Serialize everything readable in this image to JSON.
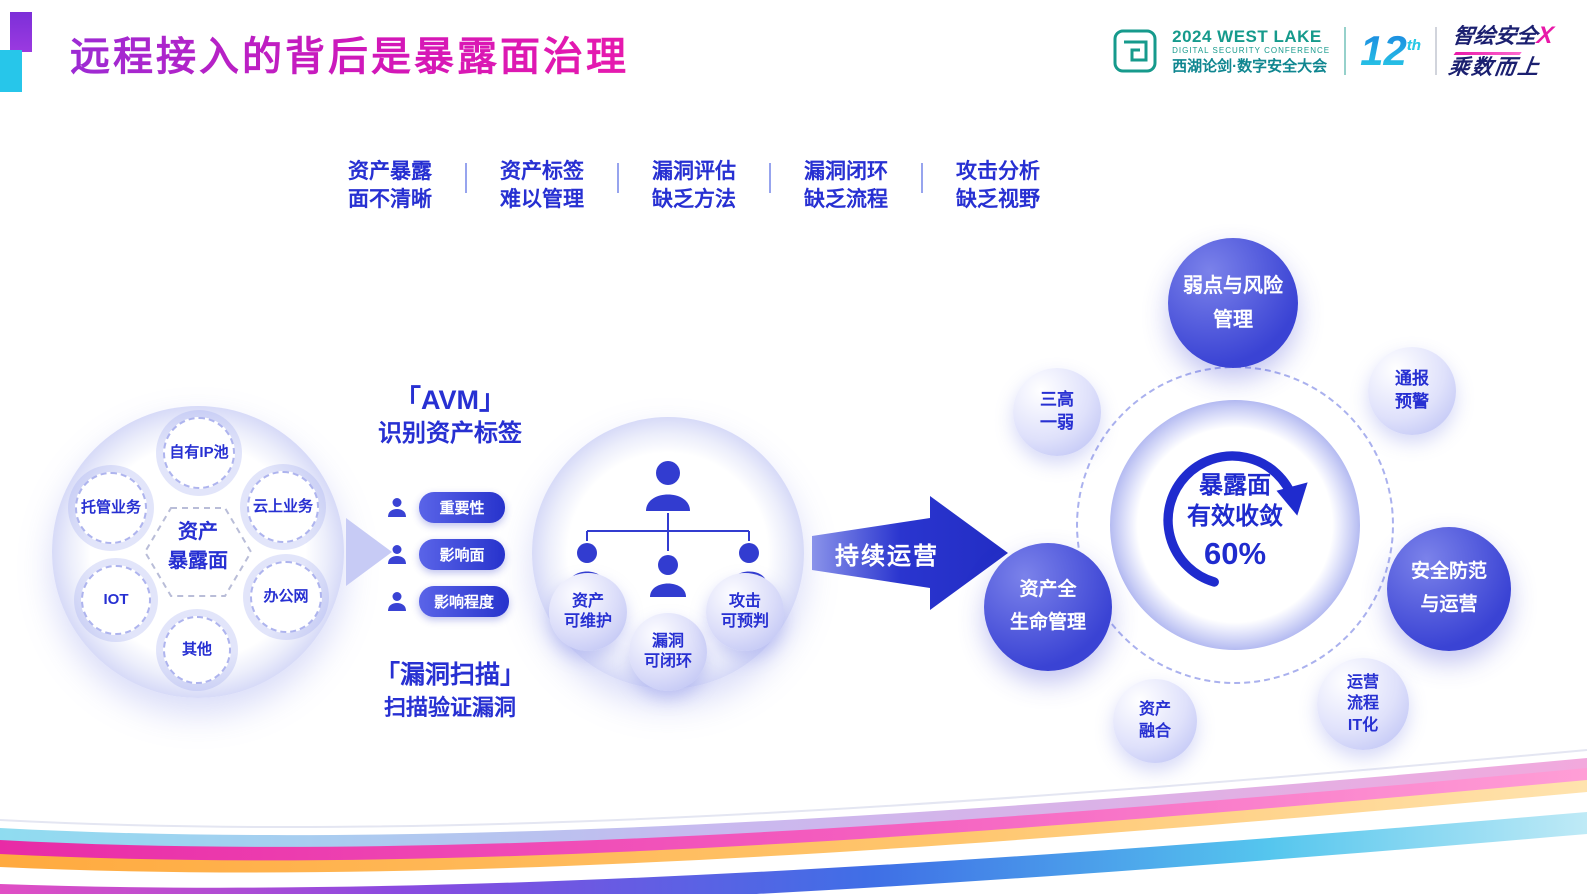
{
  "slide": {
    "title": "远程接入的背后是暴露面治理"
  },
  "logos": {
    "west_lake": {
      "year_name": "2024 WEST LAKE",
      "subtitle": "DIGITAL SECURITY CONFERENCE",
      "cn_name": "西湖论剑·数字安全大会",
      "edition_number": "12",
      "edition_suffix": "th"
    },
    "slogan": {
      "line1": "智绘安全",
      "x": "X",
      "line2": "乘数而上"
    }
  },
  "problems": [
    {
      "line1": "资产暴露",
      "line2": "面不清晰"
    },
    {
      "line1": "资产标签",
      "line2": "难以管理"
    },
    {
      "line1": "漏洞评估",
      "line2": "缺乏方法"
    },
    {
      "line1": "漏洞闭环",
      "line2": "缺乏流程"
    },
    {
      "line1": "攻击分析",
      "line2": "缺乏视野"
    }
  ],
  "exposure_cluster": {
    "center_line1": "资产",
    "center_line2": "暴露面",
    "bubbles": [
      {
        "label": "自有IP池"
      },
      {
        "label": "托管业务"
      },
      {
        "label": "云上业务"
      },
      {
        "label": "IOT"
      },
      {
        "label": "办公网"
      },
      {
        "label": "其他"
      }
    ]
  },
  "avm": {
    "title_line1": "「AVM」",
    "title_line2": "识别资产标签",
    "tags": [
      {
        "label": "重要性"
      },
      {
        "label": "影响面"
      },
      {
        "label": "影响程度"
      }
    ],
    "scan_line1": "「漏洞扫描」",
    "scan_line2": "扫描验证漏洞"
  },
  "capabilities": [
    {
      "line1": "资产",
      "line2": "可维护"
    },
    {
      "line1": "漏洞",
      "line2": "可闭环"
    },
    {
      "line1": "攻击",
      "line2": "可预判"
    }
  ],
  "flow": {
    "label": "持续运营"
  },
  "radial": {
    "center_line1": "暴露面",
    "center_line2": "有效收敛",
    "center_value": "60%",
    "satellites": [
      {
        "line1": "弱点与风险",
        "line2": "管理"
      },
      {
        "line1": "通报",
        "line2": "预警"
      },
      {
        "line1": "三高",
        "line2": "一弱"
      },
      {
        "line1": "资产全",
        "line2": "生命管理"
      },
      {
        "line1": "安全防范",
        "line2": "与运营"
      },
      {
        "line1": "运营",
        "line2": "流程",
        "line3": "IT化"
      },
      {
        "line1": "资产",
        "line2": "融合"
      }
    ]
  },
  "colors": {
    "accent_blue": "#2730d2",
    "deep_blue": "#2a35cf",
    "magenta": "#e818a8",
    "teal": "#169a8c",
    "lavender": "#b7bdf3"
  }
}
